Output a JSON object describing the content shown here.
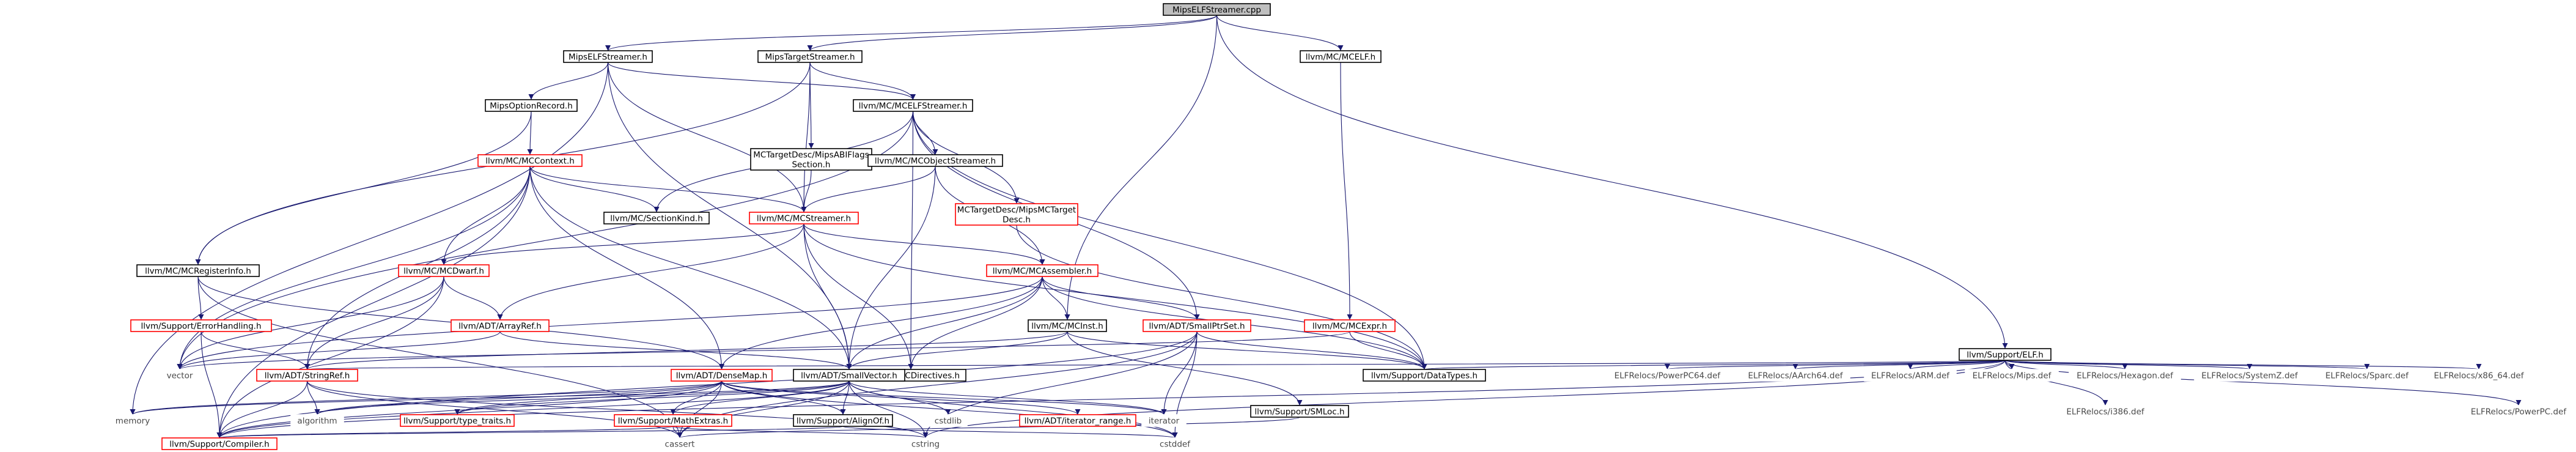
{
  "graph": {
    "nodes": {
      "root": {
        "lines": [
          "MipsELFStreamer.cpp"
        ],
        "style": "root"
      },
      "mipself_h": {
        "lines": [
          "MipsELFStreamer.h"
        ],
        "style": "normal"
      },
      "mipstarget_h": {
        "lines": [
          "MipsTargetStreamer.h"
        ],
        "style": "normal"
      },
      "mcelf_h": {
        "lines": [
          "llvm/MC/MCELF.h"
        ],
        "style": "normal"
      },
      "support_elf": {
        "lines": [
          "llvm/Support/ELF.h"
        ],
        "style": "normal"
      },
      "mipsoption": {
        "lines": [
          "MipsOptionRecord.h"
        ],
        "style": "normal"
      },
      "mcelfstreamer": {
        "lines": [
          "llvm/MC/MCELFStreamer.h"
        ],
        "style": "normal"
      },
      "mccontext": {
        "lines": [
          "llvm/MC/MCContext.h"
        ],
        "style": "red"
      },
      "abiflags": {
        "lines": [
          "MCTargetDesc/MipsABIFlags",
          "Section.h"
        ],
        "style": "normal"
      },
      "mcobjectstreamer": {
        "lines": [
          "llvm/MC/MCObjectStreamer.h"
        ],
        "style": "normal"
      },
      "mipsmctarget": {
        "lines": [
          "MCTargetDesc/MipsMCTarget",
          "Desc.h"
        ],
        "style": "red"
      },
      "mcsectionkind": {
        "lines": [
          "llvm/MC/SectionKind.h"
        ],
        "style": "normal"
      },
      "mcstreamer": {
        "lines": [
          "llvm/MC/MCStreamer.h"
        ],
        "style": "red"
      },
      "mcregisterinfo": {
        "lines": [
          "llvm/MC/MCRegisterInfo.h"
        ],
        "style": "normal"
      },
      "mcdwarf": {
        "lines": [
          "llvm/MC/MCDwarf.h"
        ],
        "style": "red"
      },
      "mcassembler": {
        "lines": [
          "llvm/MC/MCAssembler.h"
        ],
        "style": "red"
      },
      "errorhandling": {
        "lines": [
          "llvm/Support/ErrorHandling.h"
        ],
        "style": "red"
      },
      "arrayref": {
        "lines": [
          "llvm/ADT/ArrayRef.h"
        ],
        "style": "red"
      },
      "mcdirectives": {
        "lines": [
          "llvm/MC/MCDirectives.h"
        ],
        "style": "normal"
      },
      "mcinst": {
        "lines": [
          "llvm/MC/MCInst.h"
        ],
        "style": "normal"
      },
      "smallptrset": {
        "lines": [
          "llvm/ADT/SmallPtrSet.h"
        ],
        "style": "red"
      },
      "mcexpr": {
        "lines": [
          "llvm/MC/MCExpr.h"
        ],
        "style": "red"
      },
      "vector": {
        "lines": [
          "vector"
        ],
        "style": "gray"
      },
      "stringref": {
        "lines": [
          "llvm/ADT/StringRef.h"
        ],
        "style": "red"
      },
      "densemap": {
        "lines": [
          "llvm/ADT/DenseMap.h"
        ],
        "style": "red"
      },
      "smallvector": {
        "lines": [
          "llvm/ADT/SmallVector.h"
        ],
        "style": "normal"
      },
      "datatypes": {
        "lines": [
          "llvm/Support/DataTypes.h"
        ],
        "style": "normal"
      },
      "powerpc64": {
        "lines": [
          "ELFRelocs/PowerPC64.def"
        ],
        "style": "gray"
      },
      "aarch64": {
        "lines": [
          "ELFRelocs/AArch64.def"
        ],
        "style": "gray"
      },
      "arm": {
        "lines": [
          "ELFRelocs/ARM.def"
        ],
        "style": "gray"
      },
      "mips": {
        "lines": [
          "ELFRelocs/Mips.def"
        ],
        "style": "gray"
      },
      "hexagon": {
        "lines": [
          "ELFRelocs/Hexagon.def"
        ],
        "style": "gray"
      },
      "systemz": {
        "lines": [
          "ELFRelocs/SystemZ.def"
        ],
        "style": "gray"
      },
      "sparc": {
        "lines": [
          "ELFRelocs/Sparc.def"
        ],
        "style": "gray"
      },
      "x86_64": {
        "lines": [
          "ELFRelocs/x86_64.def"
        ],
        "style": "gray"
      },
      "i386": {
        "lines": [
          "ELFRelocs/i386.def"
        ],
        "style": "gray"
      },
      "powerpc": {
        "lines": [
          "ELFRelocs/PowerPC.def"
        ],
        "style": "gray"
      },
      "memory": {
        "lines": [
          "memory"
        ],
        "style": "gray"
      },
      "algorithm": {
        "lines": [
          "algorithm"
        ],
        "style": "gray"
      },
      "typetraits": {
        "lines": [
          "llvm/Support/type_traits.h"
        ],
        "style": "red"
      },
      "mathextras": {
        "lines": [
          "llvm/Support/MathExtras.h"
        ],
        "style": "red"
      },
      "alignof": {
        "lines": [
          "llvm/Support/AlignOf.h"
        ],
        "style": "normal"
      },
      "cstdlib": {
        "lines": [
          "cstdlib"
        ],
        "style": "gray"
      },
      "iteratorrange": {
        "lines": [
          "llvm/ADT/iterator_range.h"
        ],
        "style": "red"
      },
      "iterator": {
        "lines": [
          "iterator"
        ],
        "style": "gray"
      },
      "smloc": {
        "lines": [
          "llvm/Support/SMLoc.h"
        ],
        "style": "normal"
      },
      "compiler": {
        "lines": [
          "llvm/Support/Compiler.h"
        ],
        "style": "red"
      },
      "cassert": {
        "lines": [
          "cassert"
        ],
        "style": "gray"
      },
      "cstring": {
        "lines": [
          "cstring"
        ],
        "style": "gray"
      },
      "cstddef": {
        "lines": [
          "cstddef"
        ],
        "style": "gray"
      }
    },
    "edges": [
      [
        "root",
        "mipself_h"
      ],
      [
        "root",
        "mipstarget_h"
      ],
      [
        "root",
        "mcelf_h"
      ],
      [
        "root",
        "support_elf"
      ],
      [
        "root",
        "mcinst"
      ],
      [
        "mipself_h",
        "mipsoption"
      ],
      [
        "mipself_h",
        "mcelfstreamer"
      ],
      [
        "mipself_h",
        "smallvector"
      ],
      [
        "mipself_h",
        "mcstreamer"
      ],
      [
        "mipself_h",
        "memory"
      ],
      [
        "mipstarget_h",
        "mcelfstreamer"
      ],
      [
        "mipstarget_h",
        "abiflags"
      ],
      [
        "mipstarget_h",
        "mcstreamer"
      ],
      [
        "mipstarget_h",
        "mcregisterinfo"
      ],
      [
        "mcelf_h",
        "mcexpr"
      ],
      [
        "support_elf",
        "datatypes"
      ],
      [
        "support_elf",
        "powerpc64"
      ],
      [
        "support_elf",
        "aarch64"
      ],
      [
        "support_elf",
        "arm"
      ],
      [
        "support_elf",
        "mips"
      ],
      [
        "support_elf",
        "hexagon"
      ],
      [
        "support_elf",
        "systemz"
      ],
      [
        "support_elf",
        "sparc"
      ],
      [
        "support_elf",
        "x86_64"
      ],
      [
        "support_elf",
        "i386"
      ],
      [
        "support_elf",
        "powerpc"
      ],
      [
        "support_elf",
        "compiler"
      ],
      [
        "support_elf",
        "cstring"
      ],
      [
        "support_elf",
        "stringref"
      ],
      [
        "mipsoption",
        "mccontext"
      ],
      [
        "mipsoption",
        "mcregisterinfo"
      ],
      [
        "mcelfstreamer",
        "mcobjectstreamer"
      ],
      [
        "mcelfstreamer",
        "mcsectionkind"
      ],
      [
        "mcelfstreamer",
        "mipsmctarget"
      ],
      [
        "mcelfstreamer",
        "smallptrset"
      ],
      [
        "mcelfstreamer",
        "datatypes"
      ],
      [
        "mcelfstreamer",
        "vector"
      ],
      [
        "mcelfstreamer",
        "mcdirectives"
      ],
      [
        "mccontext",
        "mcsectionkind"
      ],
      [
        "mccontext",
        "mcdwarf"
      ],
      [
        "mccontext",
        "densemap"
      ],
      [
        "mccontext",
        "smallvector"
      ],
      [
        "mccontext",
        "mcstreamer"
      ],
      [
        "mccontext",
        "compiler"
      ],
      [
        "mccontext",
        "vector"
      ],
      [
        "mccontext",
        "stringref"
      ],
      [
        "abiflags",
        "mcstreamer"
      ],
      [
        "mcobjectstreamer",
        "mcstreamer"
      ],
      [
        "mcobjectstreamer",
        "mcassembler"
      ],
      [
        "mcobjectstreamer",
        "smallvector"
      ],
      [
        "mipsmctarget",
        "datatypes"
      ],
      [
        "mcstreamer",
        "mcdwarf"
      ],
      [
        "mcstreamer",
        "arrayref"
      ],
      [
        "mcstreamer",
        "mcdirectives"
      ],
      [
        "mcstreamer",
        "smallvector"
      ],
      [
        "mcstreamer",
        "datatypes"
      ],
      [
        "mcstreamer",
        "mcassembler"
      ],
      [
        "mcregisterinfo",
        "errorhandling"
      ],
      [
        "mcregisterinfo",
        "densemap"
      ],
      [
        "mcregisterinfo",
        "cassert"
      ],
      [
        "mcdwarf",
        "arrayref"
      ],
      [
        "mcdwarf",
        "stringref"
      ],
      [
        "mcdwarf",
        "vector"
      ],
      [
        "mcdwarf",
        "compiler"
      ],
      [
        "mcassembler",
        "mcdirectives"
      ],
      [
        "mcassembler",
        "mcinst"
      ],
      [
        "mcassembler",
        "smallptrset"
      ],
      [
        "mcassembler",
        "densemap"
      ],
      [
        "mcassembler",
        "smallvector"
      ],
      [
        "mcassembler",
        "datatypes"
      ],
      [
        "mcassembler",
        "vector"
      ],
      [
        "errorhandling",
        "stringref"
      ],
      [
        "errorhandling",
        "compiler"
      ],
      [
        "arrayref",
        "smallvector"
      ],
      [
        "arrayref",
        "vector"
      ],
      [
        "mcinst",
        "smallvector"
      ],
      [
        "mcinst",
        "smloc"
      ],
      [
        "mcinst",
        "datatypes"
      ],
      [
        "mcinst",
        "stringref"
      ],
      [
        "smallptrset",
        "datatypes"
      ],
      [
        "smallptrset",
        "iterator"
      ],
      [
        "smallptrset",
        "cassert"
      ],
      [
        "smallptrset",
        "cstring"
      ],
      [
        "smallptrset",
        "cstddef"
      ],
      [
        "smallptrset",
        "compiler"
      ],
      [
        "mcexpr",
        "datatypes"
      ],
      [
        "mcexpr",
        "vector"
      ],
      [
        "stringref",
        "algorithm"
      ],
      [
        "stringref",
        "cassert"
      ],
      [
        "stringref",
        "cstring"
      ],
      [
        "stringref",
        "compiler"
      ],
      [
        "densemap",
        "typetraits"
      ],
      [
        "densemap",
        "mathextras"
      ],
      [
        "densemap",
        "alignof"
      ],
      [
        "densemap",
        "algorithm"
      ],
      [
        "densemap",
        "iterator"
      ],
      [
        "densemap",
        "cstddef"
      ],
      [
        "densemap",
        "compiler"
      ],
      [
        "densemap",
        "cassert"
      ],
      [
        "densemap",
        "memory"
      ],
      [
        "densemap",
        "iteratorrange"
      ],
      [
        "smallvector",
        "alignof"
      ],
      [
        "smallvector",
        "mathextras"
      ],
      [
        "smallvector",
        "typetraits"
      ],
      [
        "smallvector",
        "algorithm"
      ],
      [
        "smallvector",
        "cassert"
      ],
      [
        "smallvector",
        "cstddef"
      ],
      [
        "smallvector",
        "cstdlib"
      ],
      [
        "smallvector",
        "cstring"
      ],
      [
        "smallvector",
        "iterator"
      ],
      [
        "smallvector",
        "memory"
      ],
      [
        "smallvector",
        "compiler"
      ],
      [
        "mathextras",
        "compiler"
      ],
      [
        "mathextras",
        "cassert"
      ],
      [
        "mathextras",
        "cstring"
      ],
      [
        "alignof",
        "compiler"
      ],
      [
        "alignof",
        "cstddef"
      ],
      [
        "smloc",
        "cassert"
      ]
    ]
  }
}
